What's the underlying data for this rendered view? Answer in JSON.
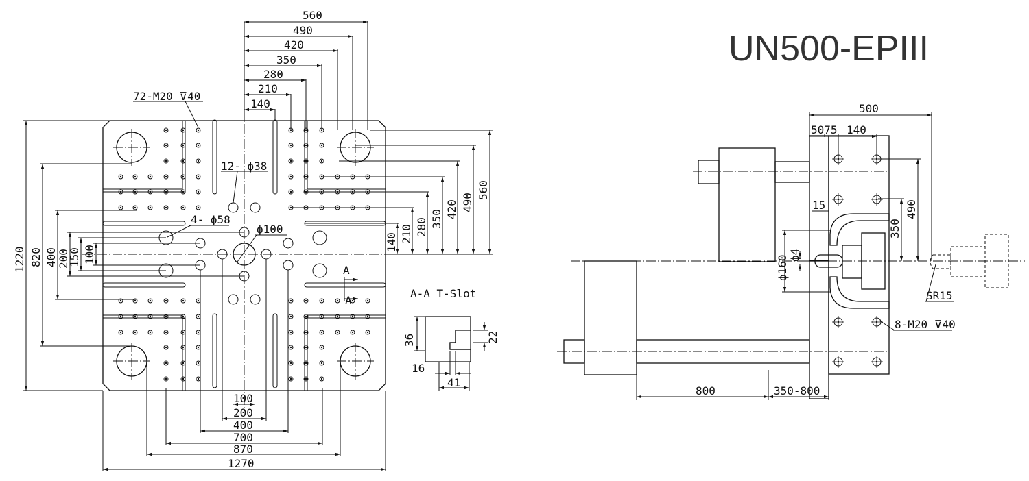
{
  "title": "UN500-EPIII",
  "front_view": {
    "top_dims": [
      "560",
      "490",
      "420",
      "350",
      "280",
      "210",
      "140"
    ],
    "right_dims": [
      "560",
      "490",
      "420",
      "350",
      "280",
      "210",
      "140"
    ],
    "left_dims": [
      "1220",
      "820",
      "400",
      "200",
      "150",
      "100"
    ],
    "bottom_dims": [
      "100",
      "200",
      "400",
      "700",
      "870",
      "1270"
    ],
    "callouts": {
      "tapped": "72-M20 ⊽40",
      "holes38": "12- ϕ38",
      "holes58": "4- ϕ58",
      "center": "ϕ100"
    },
    "section_marker": "A"
  },
  "tslot": {
    "title": "A-A T-Slot",
    "dims": [
      "36",
      "22",
      "16",
      "41"
    ]
  },
  "side_view": {
    "top_dims": [
      "500",
      "5075",
      "140"
    ],
    "right_dims": [
      "490",
      "350"
    ],
    "left_dims": [
      "15",
      "ϕ160",
      "ϕ4"
    ],
    "callouts": {
      "sr": "SR15",
      "tapped": "8-M20 ⊽40"
    },
    "bottom_dims": [
      "800",
      "350-800"
    ]
  }
}
